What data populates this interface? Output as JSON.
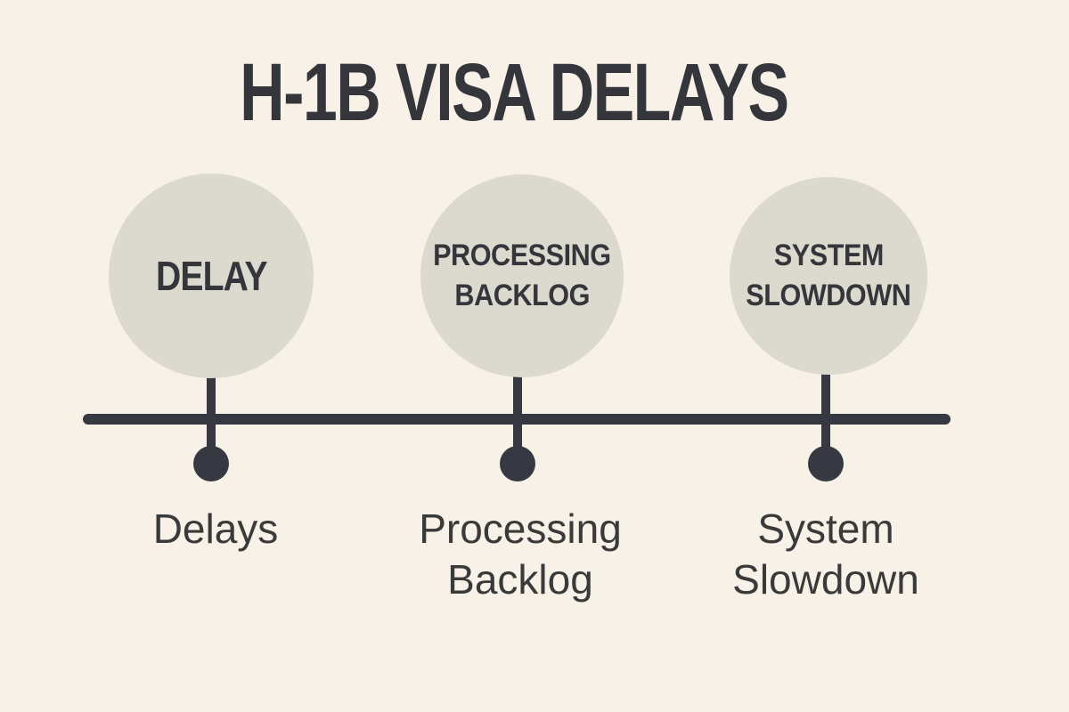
{
  "title": "H-1B VISA DELAYS",
  "colors": {
    "background": "#f7f1e8",
    "bubble_fill": "#dcd9cf",
    "ink": "#35363b",
    "line": "#363941"
  },
  "items": [
    {
      "bubble_lines": [
        "DELAY"
      ],
      "axis_lines": [
        "Delays"
      ]
    },
    {
      "bubble_lines": [
        "PROCESSING",
        "BACKLOG"
      ],
      "axis_lines": [
        "Processing",
        "Backlog"
      ]
    },
    {
      "bubble_lines": [
        "SYSTEM",
        "SLOWDOWN"
      ],
      "axis_lines": [
        "System",
        "Slowdown"
      ]
    }
  ]
}
